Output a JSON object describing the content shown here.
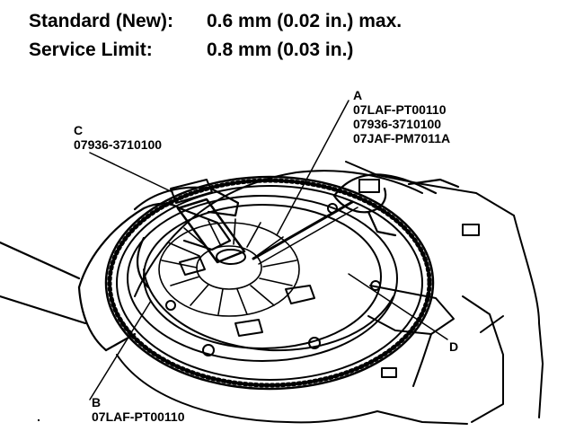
{
  "specs": {
    "standard": {
      "label": "Standard (New):",
      "value": "0.6 mm (0.02 in.) max."
    },
    "service": {
      "label": "Service Limit:",
      "value": "0.8 mm (0.03 in.)"
    }
  },
  "callouts": {
    "a": {
      "letter": "A",
      "parts": [
        "07LAF-PT00110",
        "07936-3710100",
        "07JAF-PM7011A"
      ]
    },
    "b": {
      "letter": "B",
      "parts": [
        "07LAF-PT00110"
      ]
    },
    "c": {
      "letter": "C",
      "parts": [
        "07936-3710100"
      ]
    },
    "d": {
      "letter": "D"
    }
  }
}
